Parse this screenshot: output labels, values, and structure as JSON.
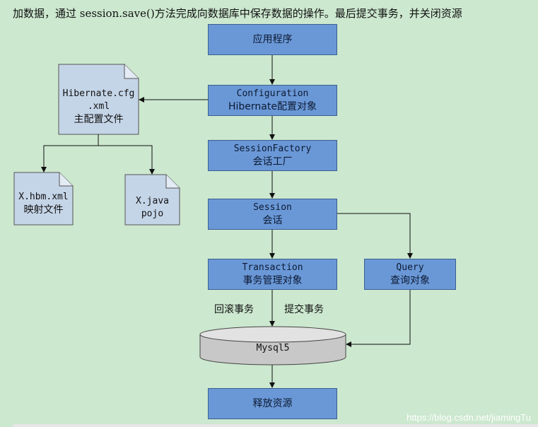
{
  "header_text": "加数据，通过 session.save()方法完成向数据库中保存数据的操作。最后提交事务，并关闭资源",
  "nodes": {
    "app": {
      "line1": "应用程序"
    },
    "configuration": {
      "line1": "Configuration",
      "line2": "Hibernate配置对象"
    },
    "session_factory": {
      "line1": "SessionFactory",
      "line2": "会话工厂"
    },
    "session": {
      "line1": "Session",
      "line2": "会话"
    },
    "transaction": {
      "line1": "Transaction",
      "line2": "事务管理对象"
    },
    "query": {
      "line1": "Query",
      "line2": "查询对象"
    },
    "release": {
      "line1": "释放资源"
    }
  },
  "documents": {
    "cfg": {
      "line1": "Hibernate.cfg",
      "line2": ".xml",
      "line3": "主配置文件"
    },
    "hbm": {
      "line1": "X.hbm.xml",
      "line2": "映射文件"
    },
    "pojo": {
      "line1": "X.java",
      "line2": "pojo"
    }
  },
  "database": {
    "label": "Mysql5"
  },
  "edge_labels": {
    "rollback": "回滚事务",
    "commit": "提交事务"
  },
  "watermark": "https://blog.csdn.net/jiamingTu",
  "colors": {
    "box_fill": "#6a98d7",
    "doc_fill": "#c5d5e8",
    "background": "#cce8cf"
  }
}
